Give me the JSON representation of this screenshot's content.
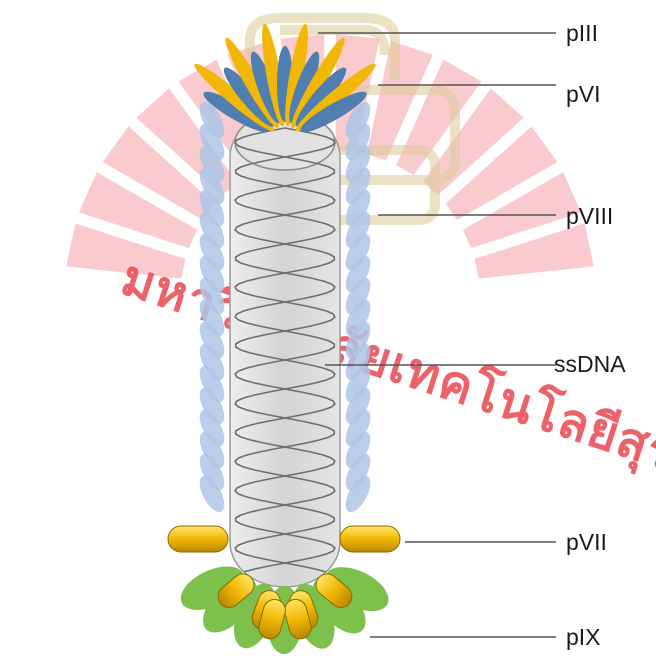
{
  "labels": {
    "piii": "pIII",
    "pvi": "pVI",
    "pviii": "pVIII",
    "ssdna": "ssDNA",
    "pvii": "pVII",
    "pix": "pIX"
  },
  "watermark": {
    "text": "มหาวิทยาลัยเทคโนโลยีสุรนารี"
  },
  "colors": {
    "piii": "#F2B705",
    "pvi": "#4F7FB0",
    "pviii": "#AEC6E6",
    "capsid": "#D9D9D9",
    "pvii": "#E6B800",
    "pix": "#7DC04B",
    "watermark_red": "#E8323C",
    "watermark_gold": "#D8C48A",
    "leader_line": "#555555"
  }
}
